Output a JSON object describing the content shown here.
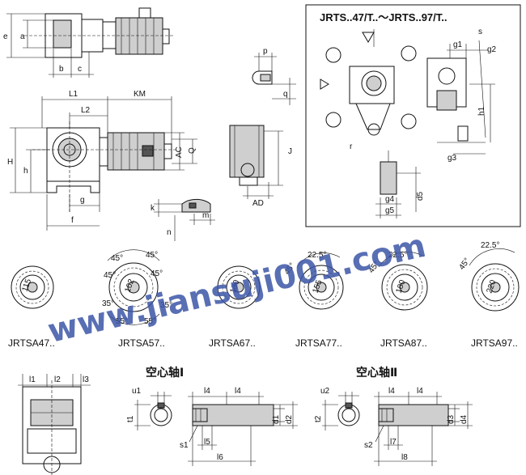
{
  "inset_title": "JRTS..47/T..～JRTS..97/T..",
  "dims": {
    "e": "e",
    "a": "a",
    "b": "b",
    "c": "c",
    "L1": "L1",
    "L2": "L2",
    "KM": "KM",
    "H": "H",
    "h": "h",
    "g": "g",
    "f": "f",
    "AC": "AC",
    "Q": "Q",
    "J": "J",
    "AD": "AD",
    "p": "p",
    "q": "q",
    "k": "k",
    "n": "n",
    "m": "m",
    "s": "s",
    "g1": "g1",
    "g2": "g2",
    "h1": "h1",
    "g3": "g3",
    "r": "r",
    "g4": "g4",
    "g5": "g5",
    "d5": "d5"
  },
  "flanges": [
    {
      "model": "JRTSA47..",
      "dia": "115"
    },
    {
      "model": "JRTSA57..",
      "dia": "102",
      "ang_a": "45°",
      "ang_b": "45°",
      "ang_c": "45°",
      "ang_d": "45°",
      "ang_e": "35°",
      "ang_f": "35°",
      "ang_g": "55°",
      "ang_h": "55°"
    },
    {
      "model": "JRTSA67..",
      "dia": "130"
    },
    {
      "model": "JRTSA77..",
      "dia": "155",
      "ang_a": "45°",
      "ang_b": "22.5°"
    },
    {
      "model": "JRTSA87..",
      "dia": "180",
      "ang_a": "45°",
      "ang_b": "22.5°"
    },
    {
      "model": "JRTSA97..",
      "dia": "220",
      "ang_a": "45°",
      "ang_b": "22.5°"
    }
  ],
  "bottom": {
    "l1": "l1",
    "l2": "l2",
    "l3": "l3",
    "shaft1_title": "空心轴Ⅰ",
    "shaft2_title": "空心轴Ⅱ",
    "u1": "u1",
    "t1": "t1",
    "s1": "s1",
    "l4a": "l4",
    "l4b": "l4",
    "l5": "l5",
    "l6": "l6",
    "d1": "d1",
    "d2": "d2",
    "u2": "u2",
    "t2": "t2",
    "s2": "s2",
    "l4c": "l4",
    "l4d": "l4",
    "l7": "l7",
    "l8": "l8",
    "d3": "d3",
    "d4": "d4"
  },
  "watermark": "www.jiansuji001.com"
}
